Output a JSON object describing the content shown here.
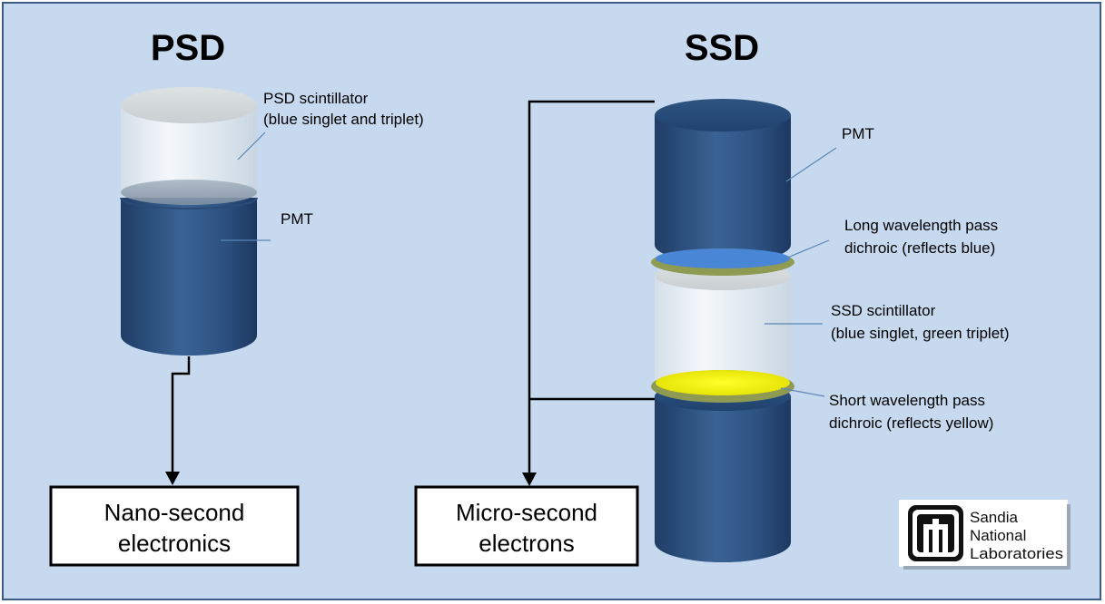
{
  "psd": {
    "title": "PSD",
    "scintillator_label": [
      "PSD scintillator",
      "(blue singlet and triplet)"
    ],
    "pmt_label": "PMT",
    "electronics_label": [
      "Nano-second",
      "electronics"
    ]
  },
  "ssd": {
    "title": "SSD",
    "pmt_label": "PMT",
    "long_pass_label": [
      "Long wavelength pass",
      "dichroic (reflects blue)"
    ],
    "scintillator_label": [
      "SSD scintillator",
      "(blue singlet, green triplet)"
    ],
    "short_pass_label": [
      "Short wavelength pass",
      "dichroic (reflects yellow)"
    ],
    "electronics_label": [
      "Micro-second",
      "electrons"
    ]
  },
  "logo": {
    "text": [
      "Sandia",
      "National",
      "Laboratories"
    ]
  },
  "colors": {
    "background": "#c7d9ef",
    "border": "#3b5c86",
    "pmt_blue": "#2f5484",
    "scintillator": "#e7eef3",
    "dichroic_blue": "#4a86d6",
    "dichroic_yellow": "#f2f20a",
    "ring_olive": "#8f9a52"
  }
}
